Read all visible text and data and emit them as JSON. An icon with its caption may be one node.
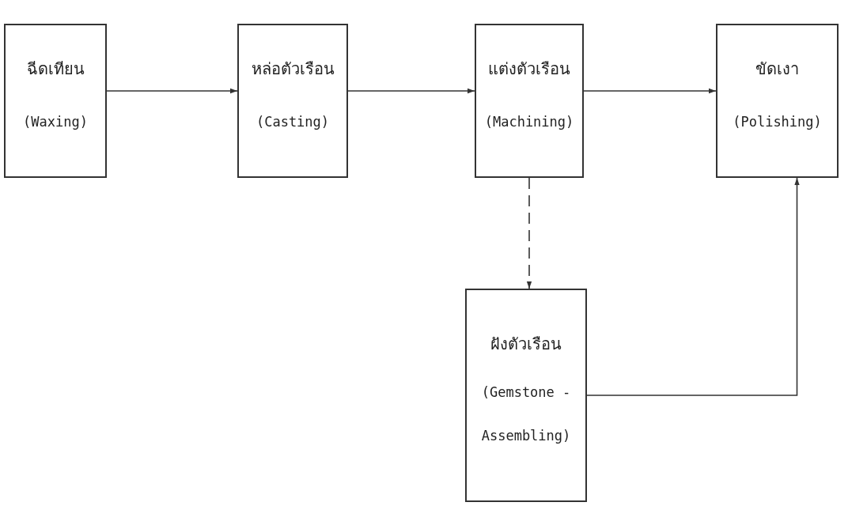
{
  "diagram": {
    "nodes": [
      {
        "text": [
          "ฉีดเทียน",
          "(Waxing)"
        ]
      },
      {
        "text": [
          "หล่อตัวเรือน",
          "(Casting)"
        ]
      },
      {
        "text": [
          "แต่งตัวเรือน",
          "(Machining)"
        ]
      },
      {
        "text": [
          "ขัดเงา",
          "(Polishing)"
        ]
      },
      {
        "text": [
          "ฝังตัวเรือน",
          "(Gemstone - Assembling)"
        ]
      }
    ],
    "edges": [
      {
        "from": 0,
        "to": 1,
        "arrow": "to"
      },
      {
        "from": 1,
        "to": 2,
        "arrow": "to"
      },
      {
        "from": 2,
        "to": 3,
        "arrow": "to"
      },
      {
        "from": 2,
        "to": 4,
        "arrow": "to",
        "style": "dashed"
      },
      {
        "from": 4,
        "to": 3,
        "arrow": "to"
      }
    ]
  }
}
